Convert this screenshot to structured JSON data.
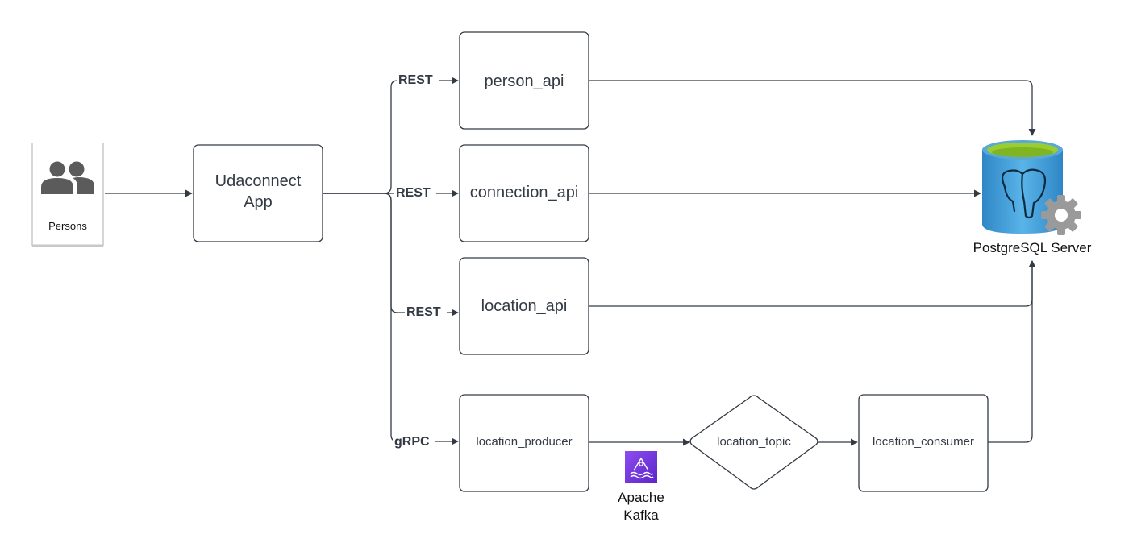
{
  "diagram": {
    "persons": {
      "label": "Persons",
      "icon": "users-icon"
    },
    "app": {
      "line1": "Udaconnect",
      "line2": "App"
    },
    "services": {
      "person_api": "person_api",
      "connection_api": "connection_api",
      "location_api": "location_api",
      "location_producer": "location_producer",
      "location_topic": "location_topic",
      "location_consumer": "location_consumer"
    },
    "edges": {
      "rest_person": "REST",
      "rest_connection": "REST",
      "rest_location": "REST",
      "grpc_producer": "gRPC"
    },
    "kafka": {
      "line1": "Apache",
      "line2": "Kafka",
      "icon": "kafka-icon",
      "color": "#7b3fe4"
    },
    "database": {
      "label": "PostgreSQL Server",
      "icon": "postgresql-icon",
      "color": "#3a9ad9",
      "top_color": "#9acd32"
    }
  }
}
